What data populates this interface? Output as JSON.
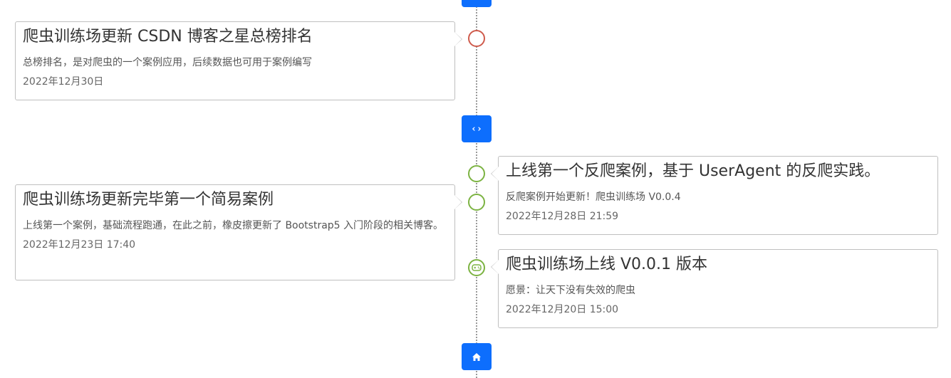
{
  "nav": {
    "top_icon": "arrow-up-icon",
    "mid_label": "‹›",
    "mid_icon": "code-icon",
    "bottom_icon": "home-icon"
  },
  "colors": {
    "primary": "#0d6efd",
    "marker_red": "#cf5b4c",
    "marker_green": "#7cb342"
  },
  "timeline": [
    {
      "side": "left",
      "marker": "red-circle",
      "title": "爬虫训练场更新 CSDN 博客之星总榜排名",
      "description": "总榜排名，是对爬虫的一个案例应用，后续数据也可用于案例编写",
      "date": "2022年12月30日"
    },
    {
      "side": "right",
      "marker": "green-circle",
      "title": "上线第一个反爬案例，基于 UserAgent 的反爬实践。",
      "description": "反爬案例开始更新！爬虫训练场 V0.0.4",
      "date": "2022年12月28日 21:59"
    },
    {
      "side": "left",
      "marker": "green-circle",
      "title": "爬虫训练场更新完毕第一个简易案例",
      "description": "上线第一个案例，基础流程跑通，在此之前，橡皮擦更新了 Bootstrap5 入门阶段的相关博客。",
      "date": "2022年12月23日 17:40"
    },
    {
      "side": "right",
      "marker": "gamepad-icon",
      "title": "爬虫训练场上线 V0.0.1 版本",
      "description": "愿景：让天下没有失效的爬虫",
      "date": "2022年12月20日 15:00"
    }
  ]
}
